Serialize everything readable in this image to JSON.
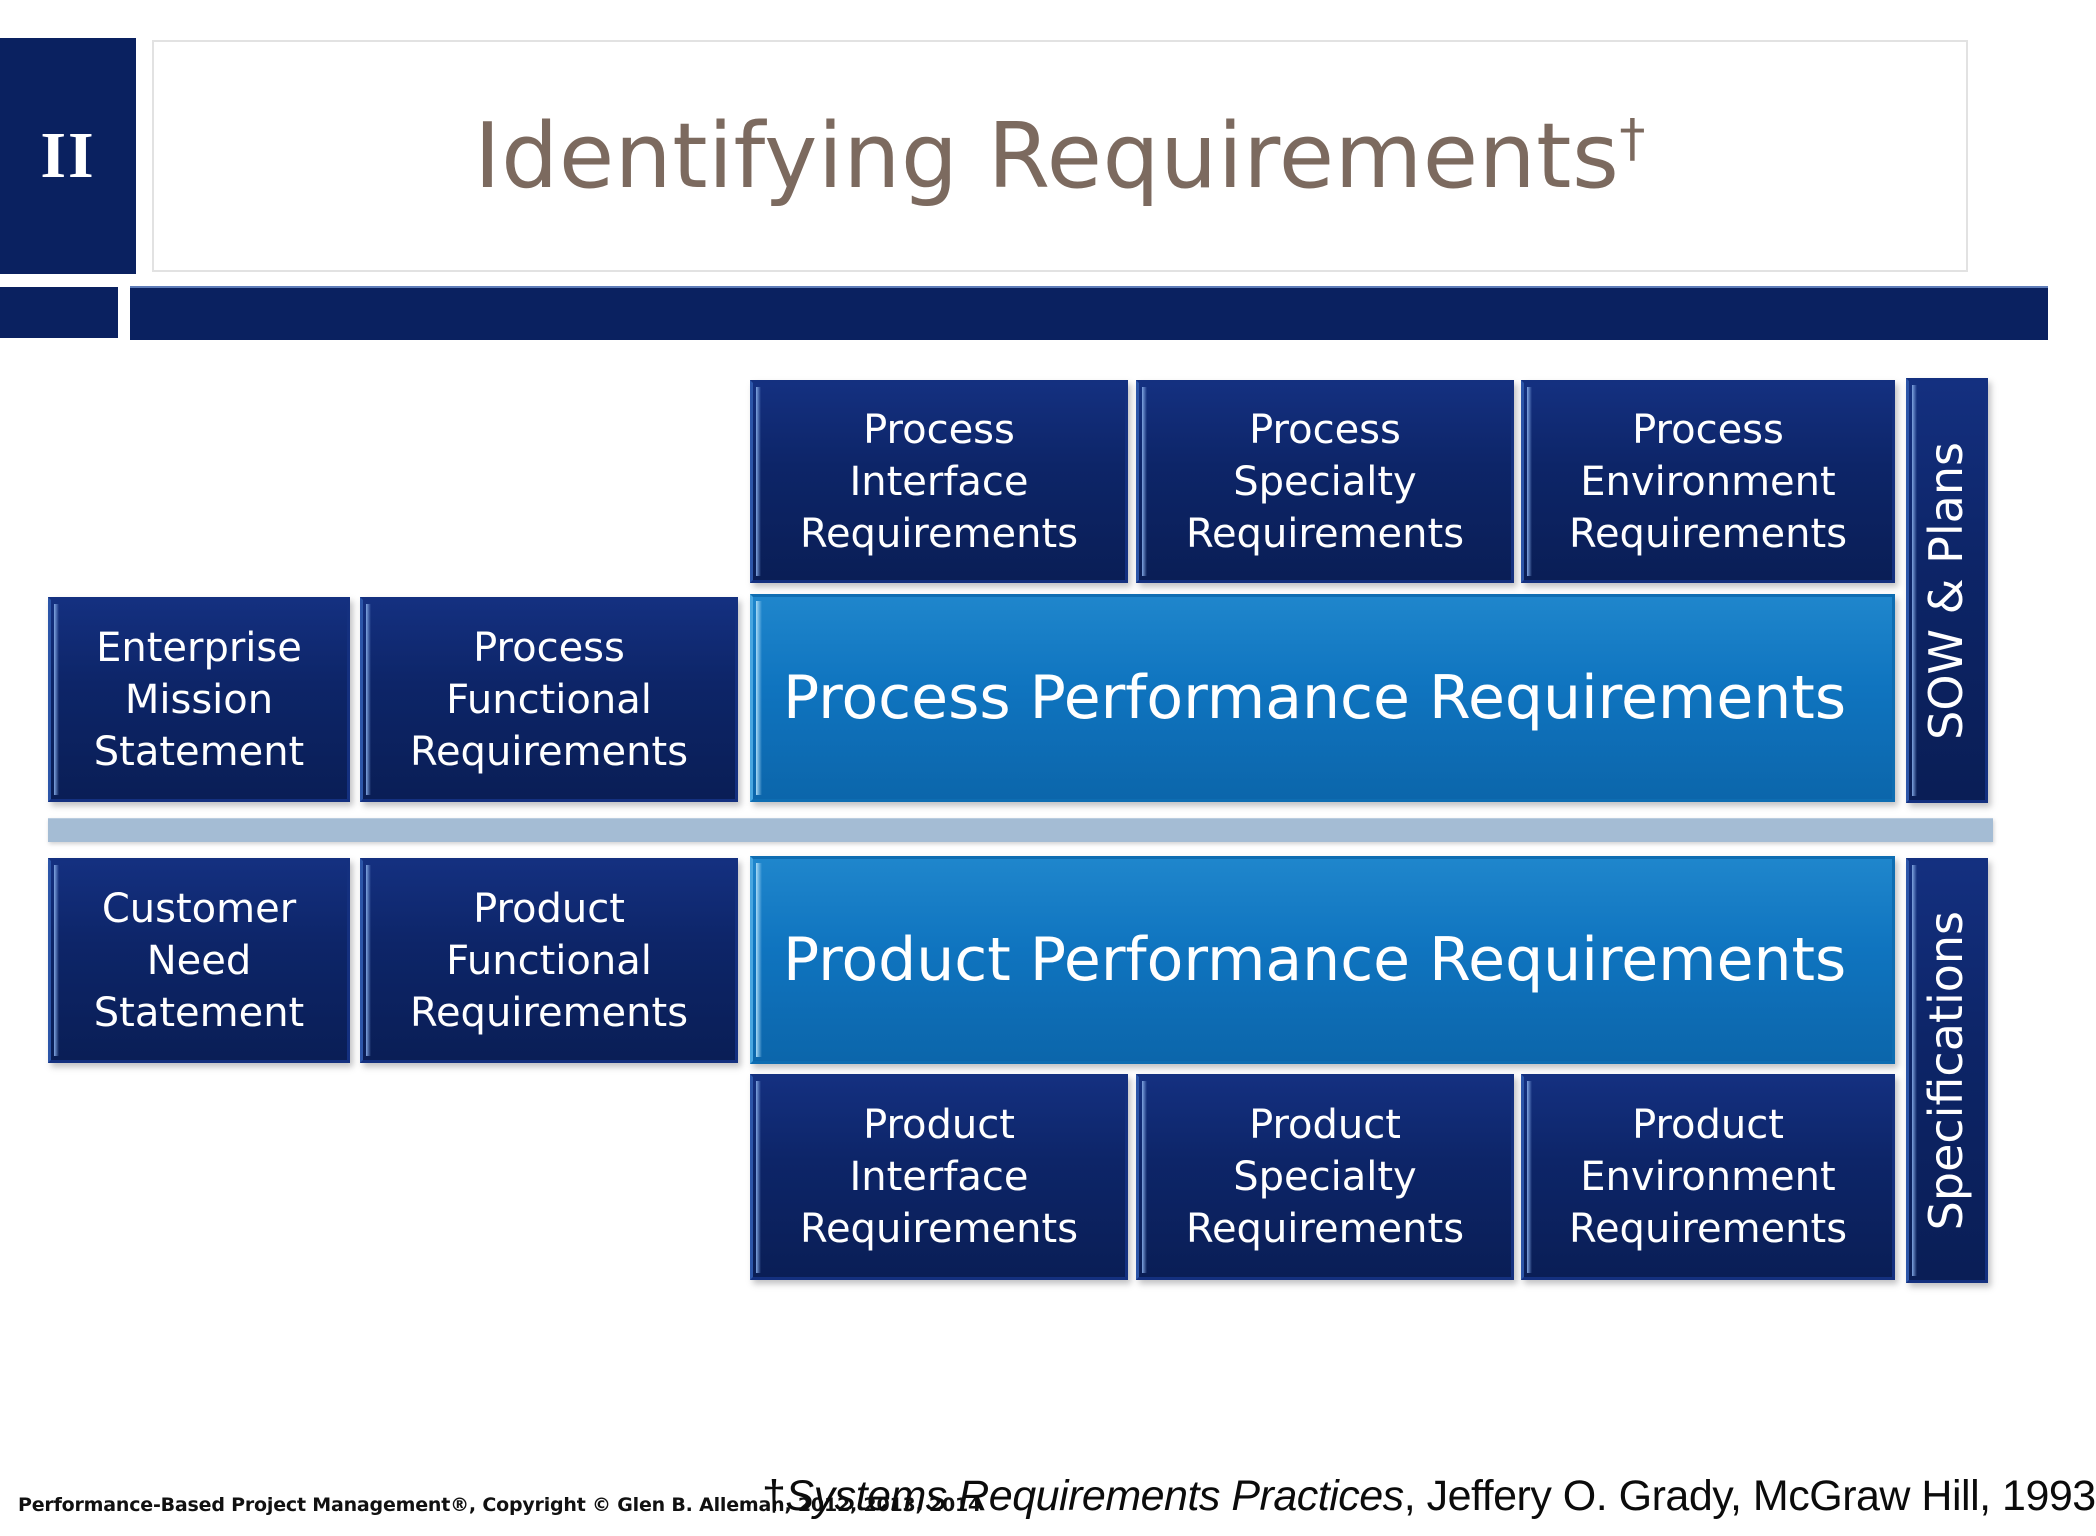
{
  "header": {
    "chapter_badge": "II",
    "title": "Identifying Requirements",
    "title_marker": "†"
  },
  "diagram": {
    "process_row": {
      "inputs": [
        {
          "label": "Enterprise\nMission\nStatement"
        },
        {
          "label": "Process\nFunctional\nRequirements"
        }
      ],
      "top_boxes": [
        {
          "label": "Process\nInterface\nRequirements"
        },
        {
          "label": "Process\nSpecialty\nRequirements"
        },
        {
          "label": "Process\nEnvironment\nRequirements"
        }
      ],
      "performance_bar": "Process Performance Requirements",
      "side_label": "SOW & Plans"
    },
    "product_row": {
      "inputs": [
        {
          "label": "Customer\nNeed\nStatement"
        },
        {
          "label": "Product\nFunctional\nRequirements"
        }
      ],
      "bottom_boxes": [
        {
          "label": "Product\nInterface\nRequirements"
        },
        {
          "label": "Product\nSpecialty\nRequirements"
        },
        {
          "label": "Product\nEnvironment\nRequirements"
        }
      ],
      "performance_bar": "Product Performance Requirements",
      "side_label": "Specifications"
    }
  },
  "footer": {
    "copyright": "Performance-Based Project Management®, Copyright © Glen B. Alleman, 2012, 2013, 2014",
    "citation_marker": "†",
    "citation_book": "Systems Requirements Practices",
    "citation_rest": ", Jeffery O. Grady, McGraw Hill, 1993"
  },
  "colors": {
    "navy": "#0A2160",
    "box_navy": "#0D2568",
    "accent_blue": "#0F74BF",
    "divider": "#A4BCD4",
    "title_brown": "#7C6A5F"
  }
}
